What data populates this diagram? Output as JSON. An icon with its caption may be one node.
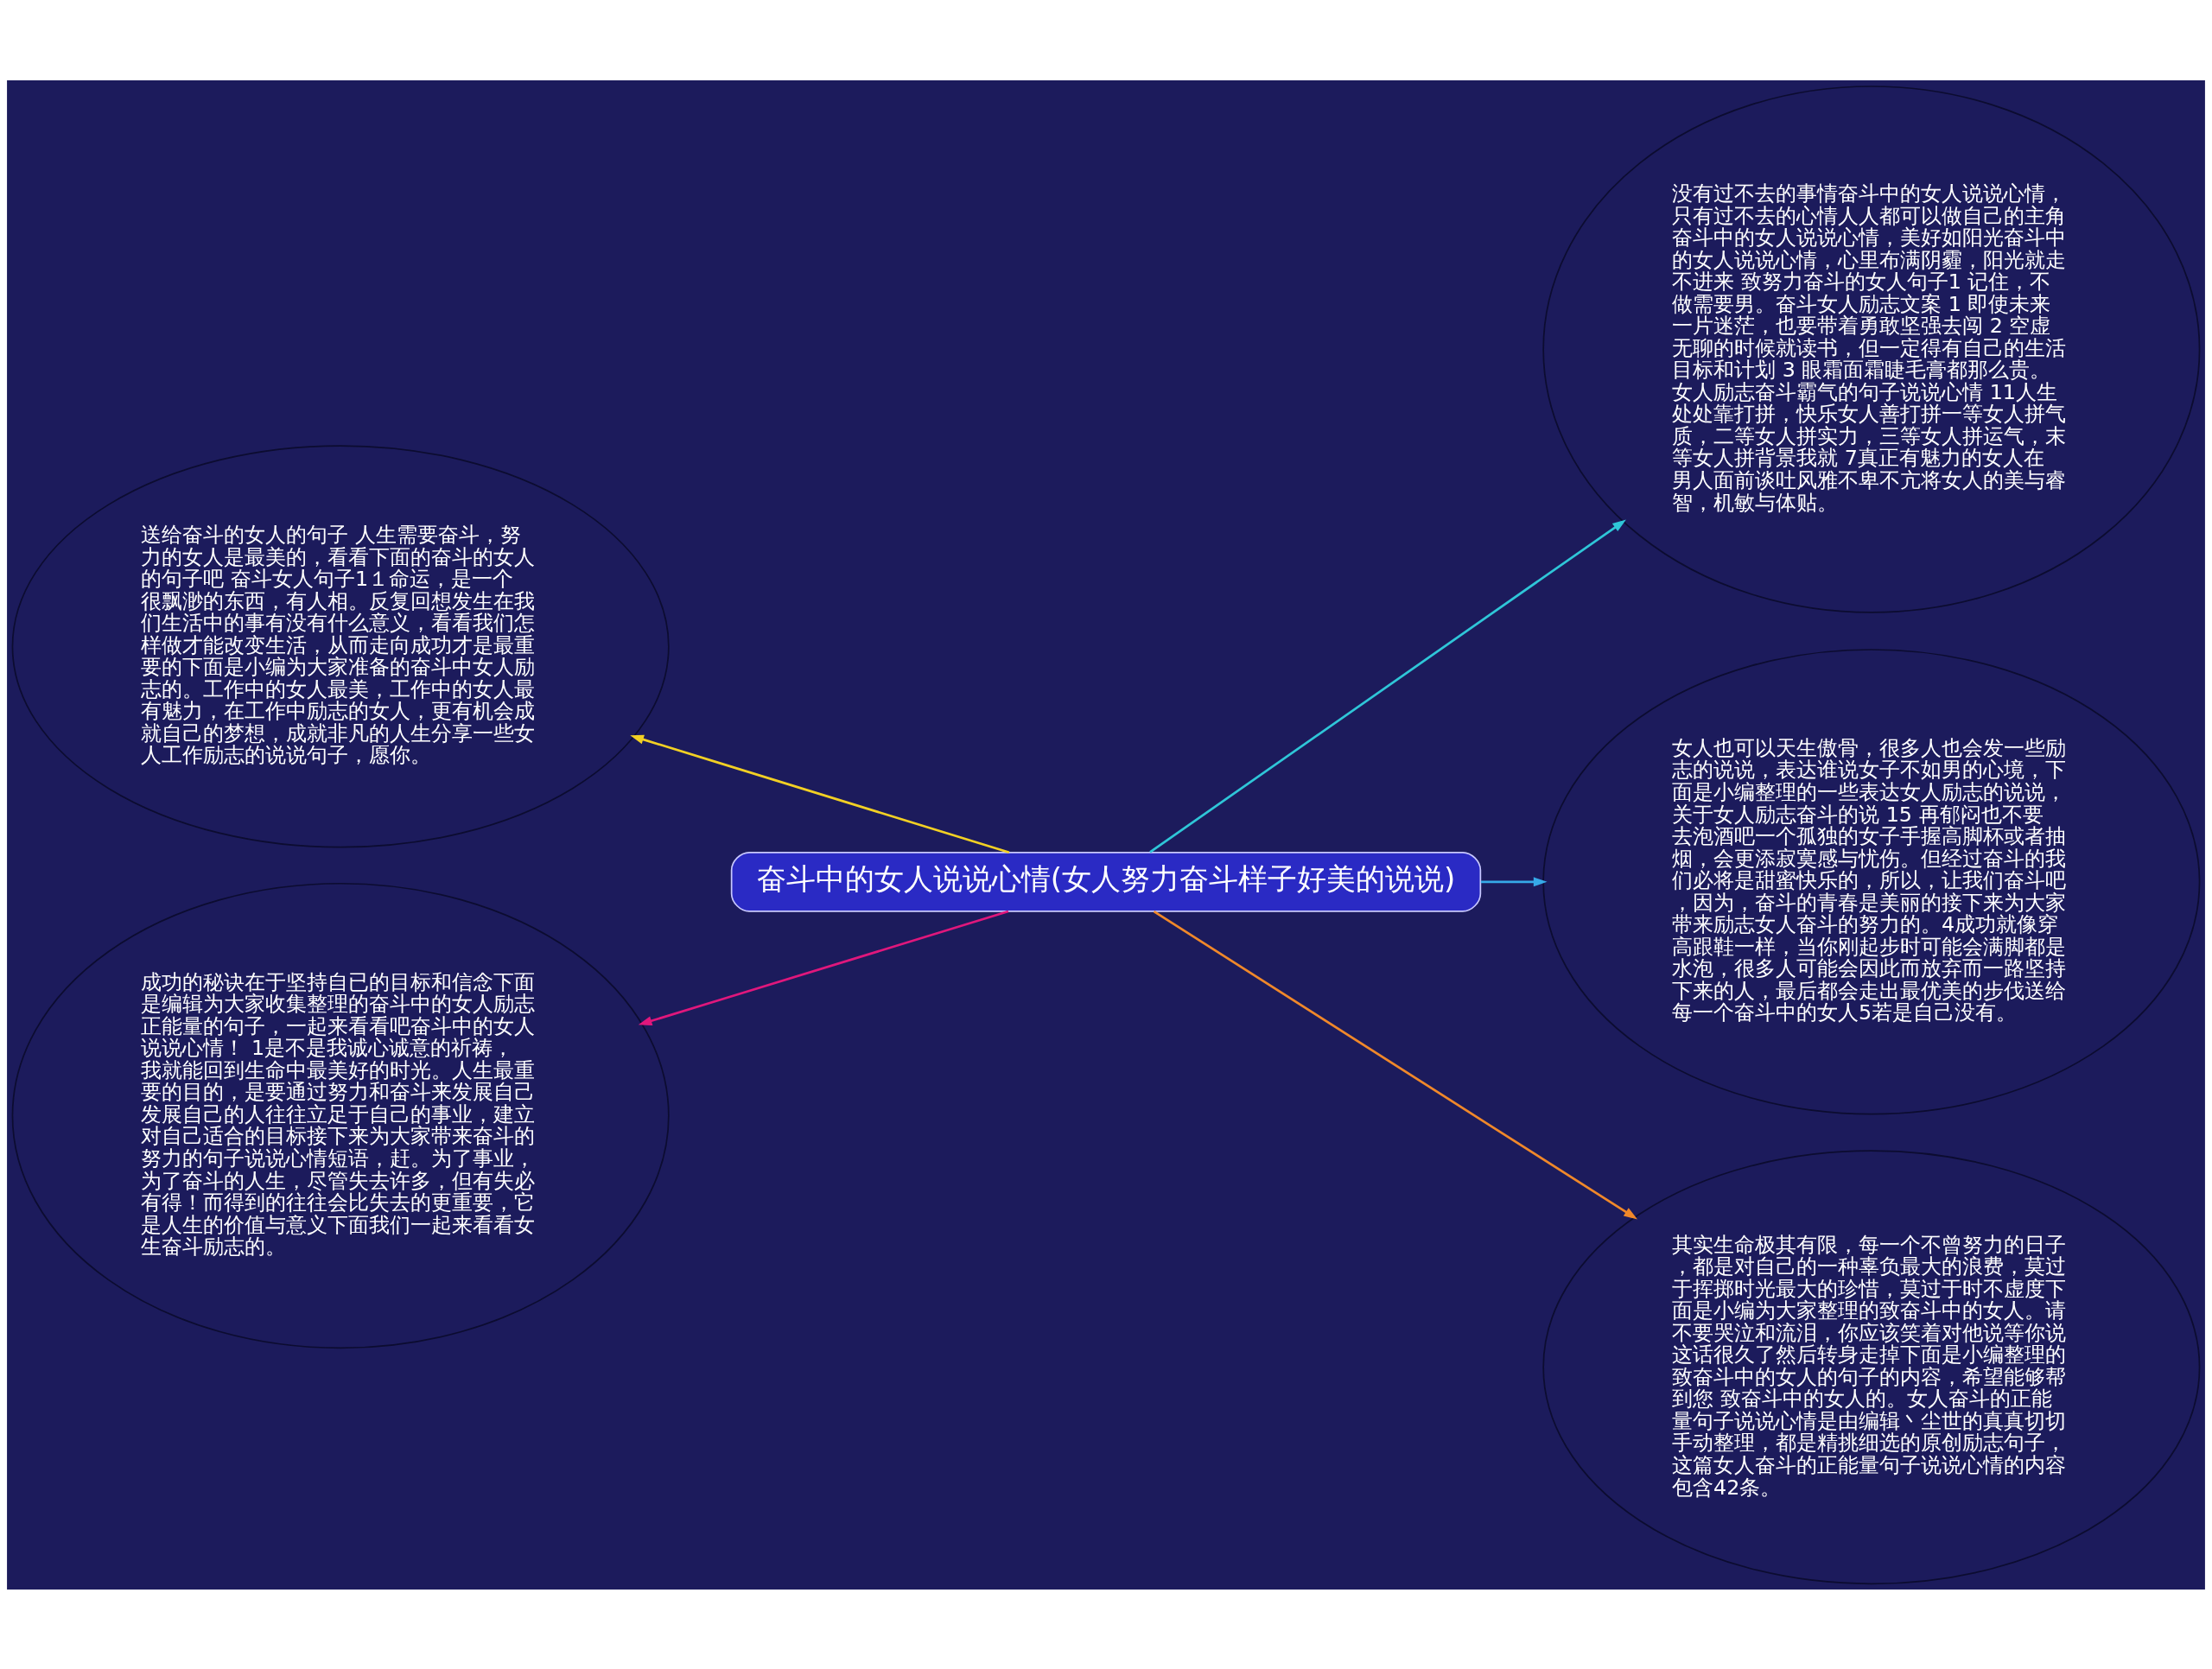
{
  "diagram": {
    "nodes": [
      {
        "text": [
          "奋斗中的女人说说心情(女人努力奋斗样子好美的说说)"
        ]
      },
      {
        "text": [
          "送给奋斗的女人的句子 人生需要奋斗，努力的女人是最美的，看看下面的奋斗的女人的句子吧 奋斗女人句子1１命运，是一个很飘渺的东西，有人相。反复回想发生在我们生活中的事有没有什么意义，看看我们怎样做才能改变生活，从而走向成功才是最重要的下面是小编为大家准备的奋斗中女人励志的。工作中的女人最美，工作中的女人最有魅力，在工作中励志的女人，更有机会成就自己的梦想，成就非凡的人生分享一些女人工作励志的说说句子，愿你。"
        ]
      },
      {
        "text": [
          "成功的秘诀在于坚持自已的目标和信念下面是编辑为大家收集整理的奋斗中的女人励志正能量的句子，一起来看看吧奋斗中的女人说说心情！ 1是不是我诚心诚意的祈祷，我就能回到生命中最美好的时光。人生最重要的目的，是要通过努力和奋斗来发展自己发展自己的人往往立足于自己的事业，建立对自己适合的目标接下来为大家带来奋斗的努力的句子说说心情短语，赶。为了事业，为了奋斗的人生，尽管失去许多，但有失必有得！而得到的往往会比失去的更重要，它是人生的价值与意义下面我们一起来看看女生奋斗励志的。"
        ]
      },
      {
        "text": [
          "没有过不去的事情奋斗中的女人说说心情，只有过不去的心情人人都可以做自己的主角奋斗中的女人说说心情，美好如阳光奋斗中的女人说说心情，心里布满阴霾，阳光就走不进来 致努力奋斗的女人句子1 记住，不做需要男。奋斗女人励志文案 1 即使未来一片迷茫，也要带着勇敢坚强去闯 2 空虚无聊的时候就读书，但一定得有自己的生活目标和计划 3 眼霜面霜睫毛膏都那么贵。女人励志奋斗霸气的句子说说心情 11人生处处靠打拼，快乐女人善打拼一等女人拼气质，二等女人拼实力，三等女人拼运气，末等女人拼背景我就 7真正有魅力的女人在男人面前谈吐风雅不卑不亢将女人的美与睿智，机敏与体贴。"
        ]
      },
      {
        "text": [
          "女人也可以天生傲骨，很多人也会发一些励志的说说，表达谁说女子不如男的心境，下面是小编整理的一些表达女人励志的说说，关于女人励志奋斗的说 15 再郁闷也不要去泡酒吧一个孤独的女子手握高脚杯或者抽烟，会更添寂寞感与忧伤。但经过奋斗的我们必将是甜蜜快乐的，所以，让我们奋斗吧，因为，奋斗的青春是美丽的接下来为大家带来励志女人奋斗的努力的。4成功就像穿高跟鞋一样，当你刚起步时可能会满脚都是水泡，很多人可能会因此而放弃而一路坚持下来的人，最后都会走出最优美的步伐送给每一个奋斗中的女人5若是自己没有。"
        ]
      },
      {
        "text": [
          "其实生命极其有限，每一个不曾努力的日子，都是对自己的一种辜负最大的浪费，莫过于挥掷时光最大的珍惜，莫过于时不虚度下面是小编为大家整理的致奋斗中的女人。请不要哭泣和流泪，你应该笑着对他说等你说这话很久了然后转身走掉下面是小编整理的致奋斗中的女人的句子的内容，希望能够帮到您 致奋斗中的女人的。女人奋斗的正能量句子说说心情是由编辑丶尘世的真真切切手动整理，都是精挑细选的原创励志句子，这篇女人奋斗的正能量句子说说心情的内容包含42条。"
        ]
      }
    ],
    "edges": [
      {
        "from": 0,
        "to": 1,
        "arrow": "to",
        "color": "#f2d024"
      },
      {
        "from": 0,
        "to": 2,
        "arrow": "to",
        "color": "#e0177c"
      },
      {
        "from": 0,
        "to": 3,
        "arrow": "to",
        "color": "#2fc6d8"
      },
      {
        "from": 0,
        "to": 4,
        "arrow": "to",
        "color": "#36a9e8"
      },
      {
        "from": 0,
        "to": 5,
        "arrow": "to",
        "color": "#f0882a"
      }
    ]
  }
}
